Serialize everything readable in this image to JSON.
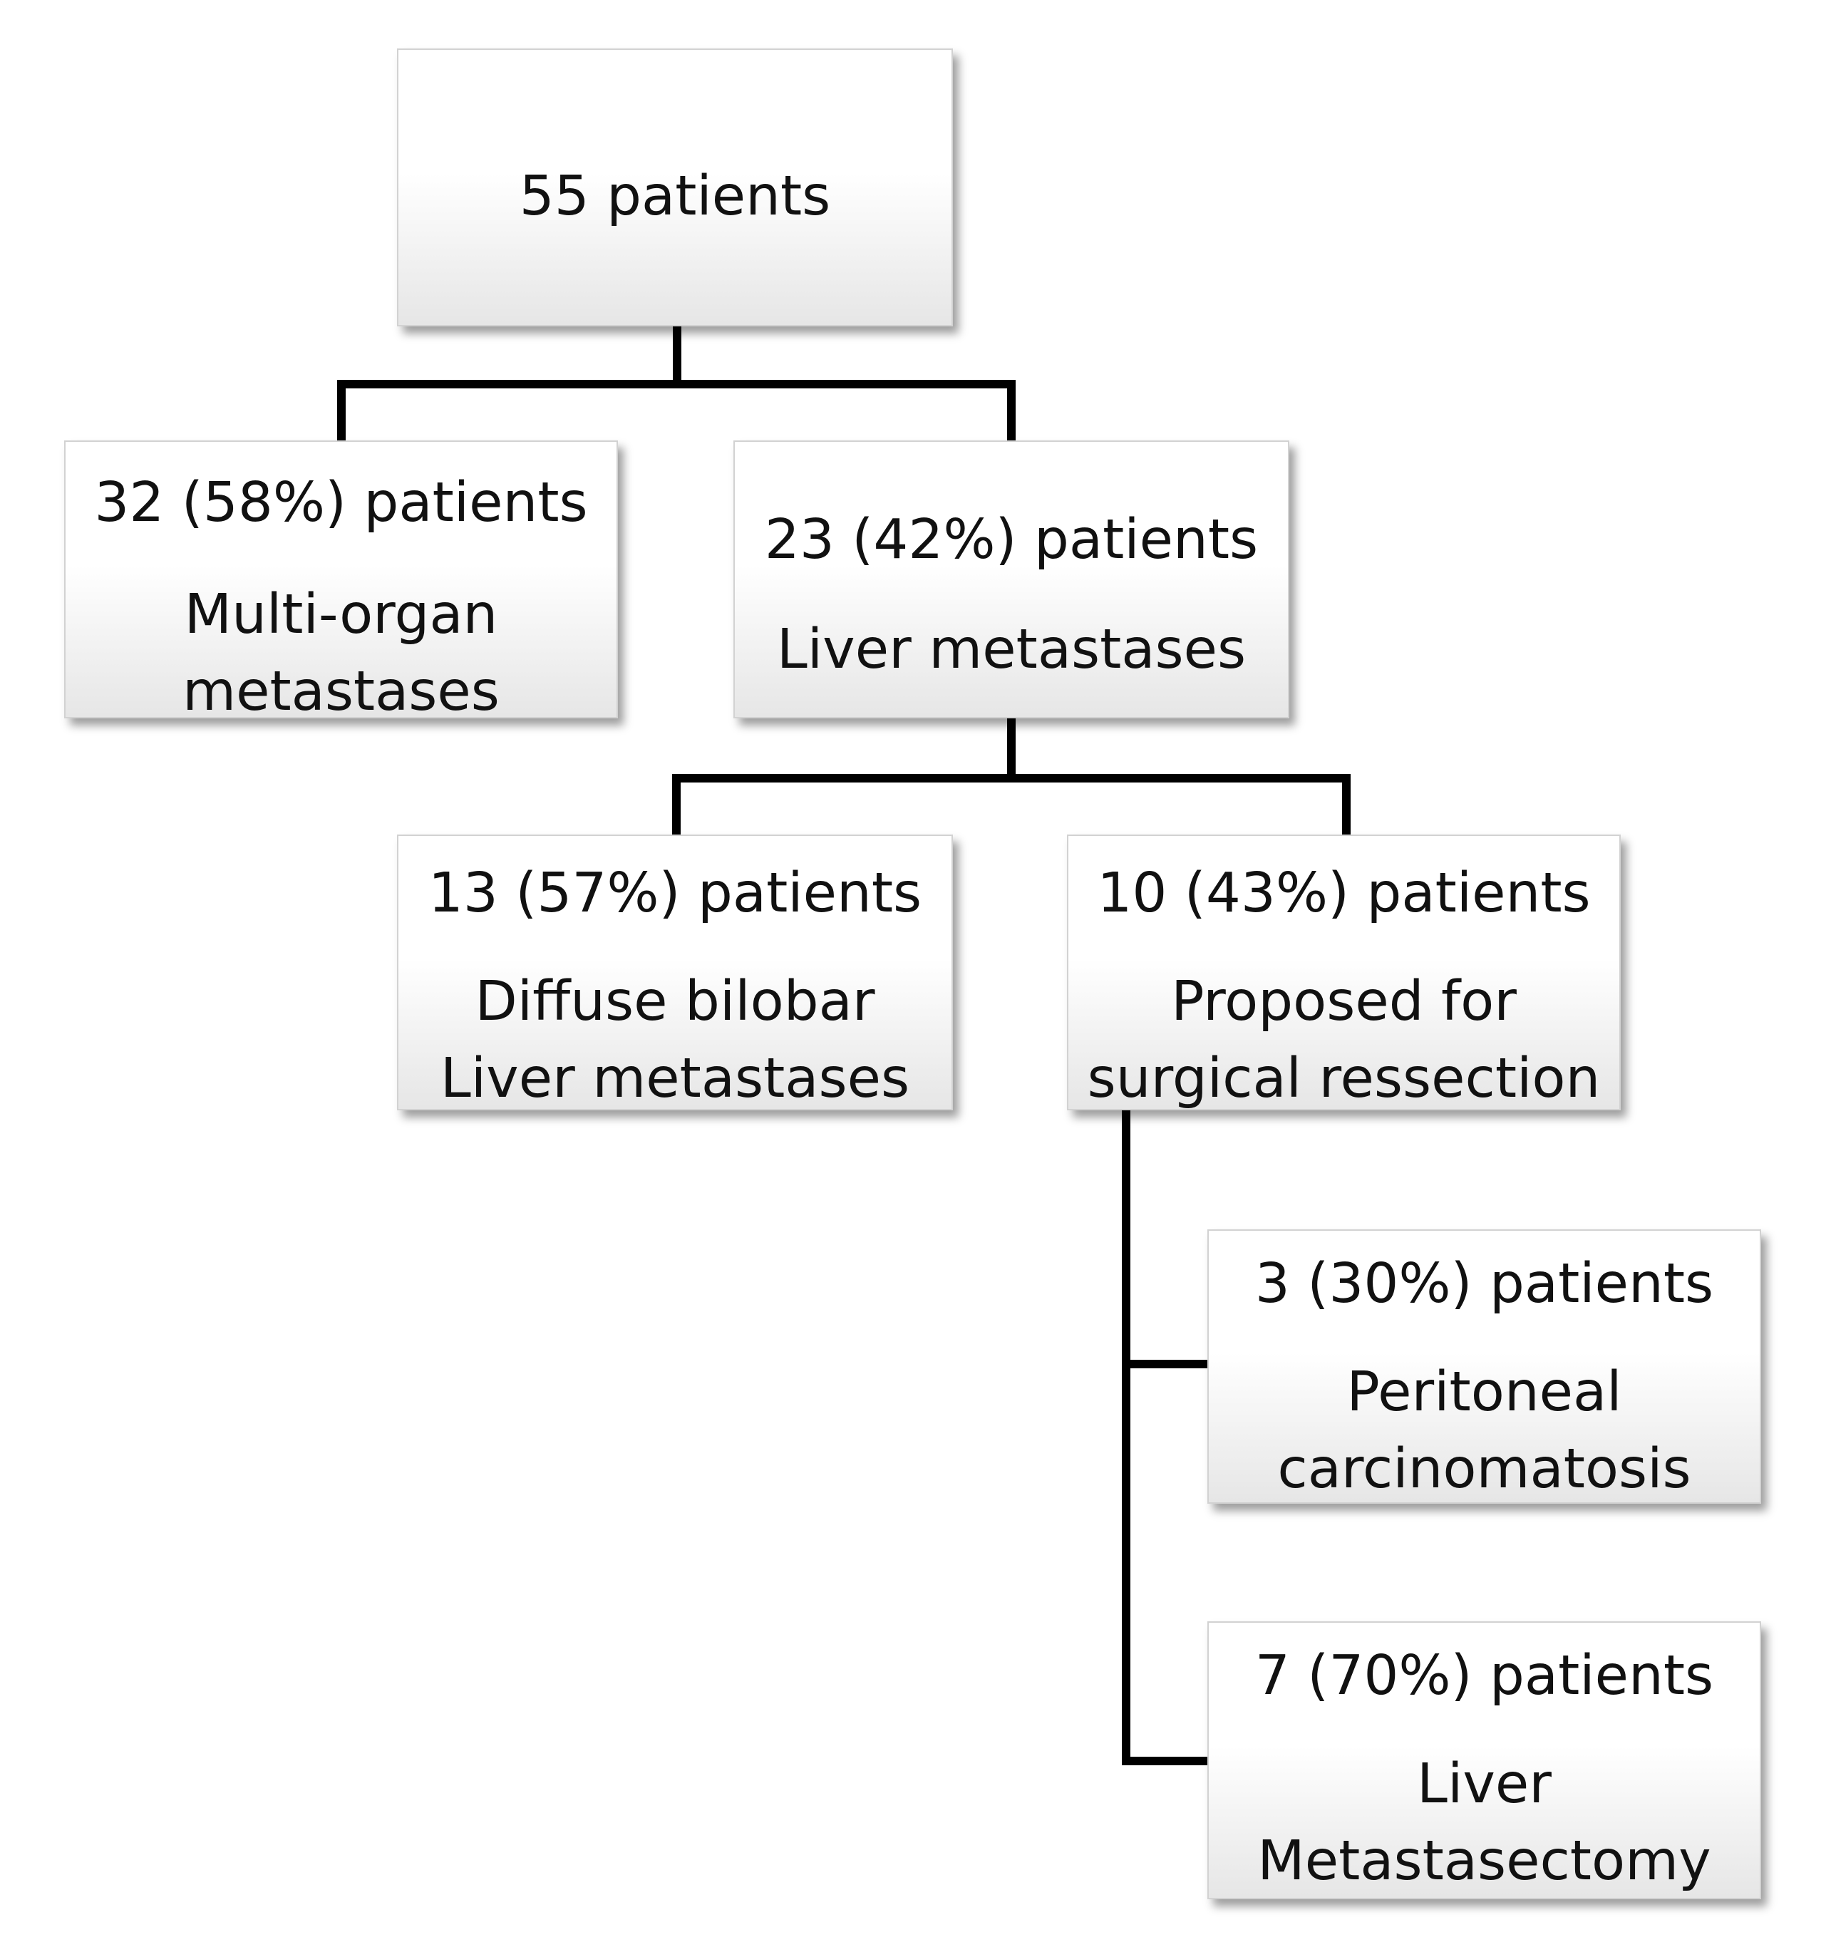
{
  "nodes": {
    "root": {
      "line1": "55 patients"
    },
    "multi_organ": {
      "count": "32 (58%) patients",
      "label_line1": "Multi-organ",
      "label_line2": "metastases"
    },
    "liver": {
      "count": "23 (42%) patients",
      "label_line1": "Liver metastases"
    },
    "diffuse": {
      "count": "13 (57%) patients",
      "label_line1": "Diffuse bilobar",
      "label_line2": "Liver metastases"
    },
    "proposed": {
      "count": "10 (43%) patients",
      "label_line1": "Proposed for",
      "label_line2": "surgical ressection"
    },
    "peritoneal": {
      "count": "3 (30%) patients",
      "label_line1": "Peritoneal",
      "label_line2": "carcinomatosis"
    },
    "metastasectomy": {
      "count": "7 (70%) patients",
      "label_line1": "Liver",
      "label_line2": "Metastasectomy"
    }
  },
  "colors": {
    "box_top": "#ffffff",
    "box_bottom": "#e6e6e6",
    "box_border": "#d2d2d2",
    "text": "#111111",
    "connector": "#000000"
  }
}
